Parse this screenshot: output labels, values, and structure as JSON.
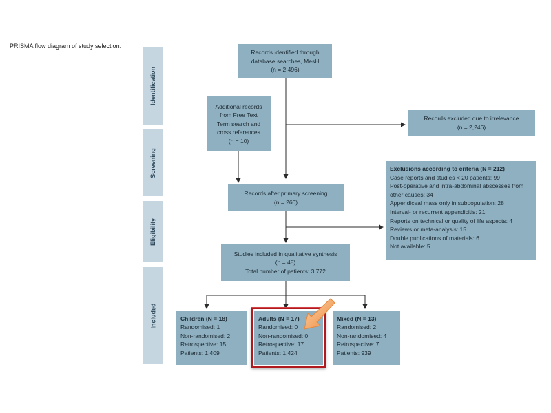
{
  "caption": "PRISMA flow diagram of study selection.",
  "stages": [
    "Identification",
    "Screening",
    "Eligibility",
    "Included"
  ],
  "boxes": {
    "records_identified": [
      "Records identified through",
      "database searches, MesH",
      "(n = 2,496)"
    ],
    "additional_records": [
      "Additional records",
      "from Free Text",
      "Term search and",
      "cross references",
      "(n = 10)"
    ],
    "excluded_irrelevance": [
      "Records excluded due to irrelevance",
      "(n = 2,246)"
    ],
    "after_screening": [
      "Records after primary screening",
      "(n = 260)"
    ],
    "exclusions": {
      "title": "Exclusions according to criteria (N = 212)",
      "items": [
        "Case reports and studies < 20 patients: 99",
        "Post-operative and intra-abdominal abscesses from other causes: 34",
        "Appendiceal mass only  in subpopulation: 28",
        "Interval- or recurrent appendicitis: 21",
        "Reports on technical or quality of life aspects: 4",
        "Reviews or meta-analysis: 15",
        "Double publications of materials: 6",
        "Not available: 5"
      ]
    },
    "included": [
      "Studies included in qualitative synthesis",
      "(n = 48)",
      "Total number of patients: 3,772"
    ],
    "children": {
      "title": "Children (N = 18)",
      "items": [
        "Randomised: 1",
        "Non-randomised: 2",
        "Retrospective: 15",
        "Patients: 1,409"
      ]
    },
    "adults": {
      "title": "Adults (N = 17)",
      "items": [
        "Randomised: 0",
        "Non-randomised: 0",
        "Retrospective: 17",
        "Patients: 1,424"
      ]
    },
    "mixed": {
      "title": "Mixed (N = 13)",
      "items": [
        "Randomised: 2",
        "Non-randomised: 4",
        "Retrospective: 7",
        "Patients: 939"
      ]
    }
  },
  "colors": {
    "box": "#8fb0c1",
    "stage": "#c6d6e0",
    "highlight": "#b0191e",
    "pointer_arrow": "#f3a25e"
  },
  "icons": {
    "pointer": "orange-arrow-icon"
  }
}
